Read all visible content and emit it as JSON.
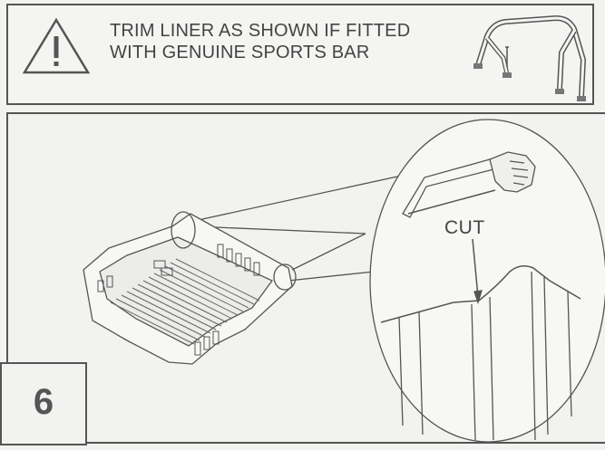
{
  "warning": {
    "line1": "TRIM LINER AS SHOWN IF FITTED",
    "line2": "WITH GENUINE SPORTS BAR",
    "icon": "warning-triangle-icon"
  },
  "detail": {
    "cut_label": "CUT"
  },
  "step": {
    "number": "6"
  }
}
